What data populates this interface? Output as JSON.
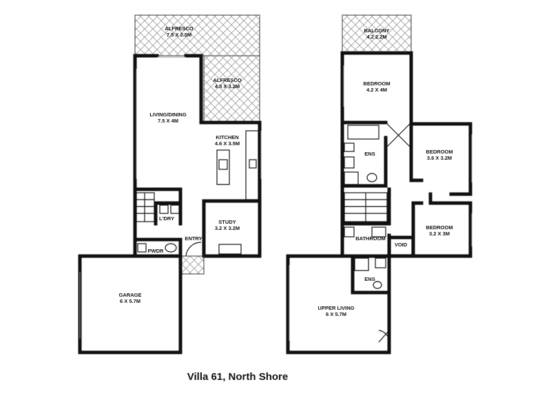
{
  "caption": "Villa 61, North Shore",
  "ground_floor": {
    "alfresco_top": {
      "name": "ALFRESCO",
      "dims": "7.5 X 2.5M"
    },
    "alfresco_side": {
      "name": "ALFRESCO",
      "dims": "4.5 X 3.2M"
    },
    "living_dining": {
      "name": "LIVING/DINING",
      "dims": "7.5 X 4M"
    },
    "kitchen": {
      "name": "KITCHEN",
      "dims": "4.6 X 3.5M"
    },
    "laundry": {
      "name": "L'DRY"
    },
    "study": {
      "name": "STUDY",
      "dims": "3.2 X 3.2M"
    },
    "entry": {
      "name": "ENTRY"
    },
    "powder": {
      "name": "PWDR"
    },
    "garage": {
      "name": "GARAGE",
      "dims": "6 X 5.7M"
    }
  },
  "upper_floor": {
    "balcony": {
      "name": "BALCONY",
      "dims": "4.2 2.2M"
    },
    "bedroom_1": {
      "name": "BEDROOM",
      "dims": "4.2 X 4M"
    },
    "ensuite_1": {
      "name": "ENS"
    },
    "bedroom_2": {
      "name": "BEDROOM",
      "dims": "3.6 X 3.2M"
    },
    "bedroom_3": {
      "name": "BEDROOM",
      "dims": "3.2 X 3M"
    },
    "bathroom": {
      "name": "BATHROOM"
    },
    "void": {
      "name": "VOID"
    },
    "ensuite_2": {
      "name": "ENS"
    },
    "upper_living": {
      "name": "UPPER LIVING",
      "dims": "6 X 5.7M"
    }
  }
}
